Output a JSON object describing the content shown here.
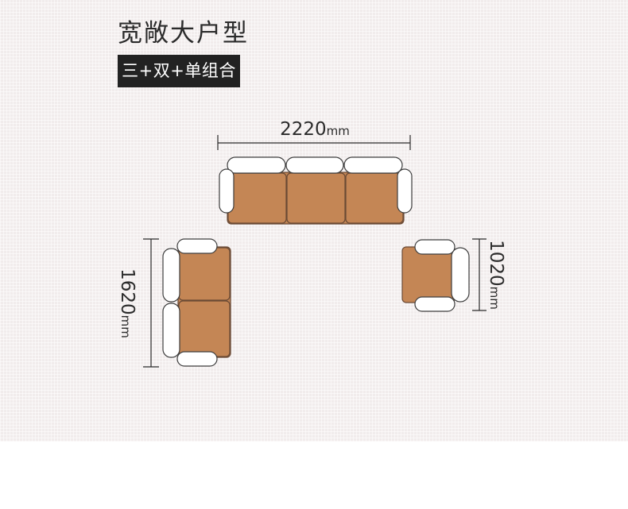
{
  "title": "宽敞大户型",
  "subtitle": "三+双+单组合",
  "colors": {
    "background": "#f1ecec",
    "seat": "#c48655",
    "cushion": "#ffffff",
    "badge": "#222222"
  },
  "dimensions": {
    "three_seater": {
      "value": "2220",
      "unit": "mm"
    },
    "two_seater": {
      "value": "1620",
      "unit": "mm"
    },
    "single_seater": {
      "value": "1020",
      "unit": "mm"
    }
  }
}
